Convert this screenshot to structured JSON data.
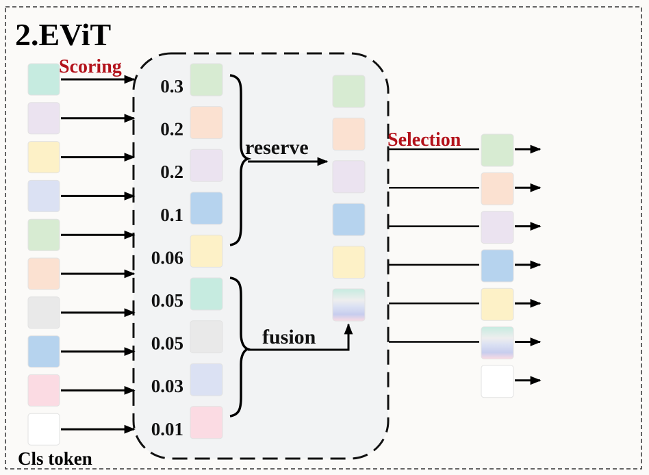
{
  "title": "2.EViT",
  "labels": {
    "scoring": "Scoring",
    "selection": "Selection",
    "reserve": "reserve",
    "fusion": "fusion",
    "cls_token": "Cls token"
  },
  "colors": {
    "scoring_label": "#b3121b",
    "selection_label": "#b3121b",
    "processing_box_bg": "#f2f3f4",
    "outer_box_bg": "#fbfaf8"
  },
  "input_tokens": [
    {
      "color": "#c6ebe0"
    },
    {
      "color": "#ebe3f0"
    },
    {
      "color": "#fdf1c7"
    },
    {
      "color": "#dbe1f3"
    },
    {
      "color": "#d7ebd2"
    },
    {
      "color": "#fbe1d1"
    },
    {
      "color": "#e9e9e9"
    },
    {
      "color": "#b6d3ee"
    },
    {
      "color": "#fbdbe3"
    },
    {
      "color": "#ffffff"
    }
  ],
  "scored_tokens": [
    {
      "score": "0.3",
      "color": "#d7ebd2"
    },
    {
      "score": "0.2",
      "color": "#fbe1d1"
    },
    {
      "score": "0.2",
      "color": "#ebe3f0"
    },
    {
      "score": "0.1",
      "color": "#b6d3ee"
    },
    {
      "score": "0.06",
      "color": "#fdf1c7"
    },
    {
      "score": "0.05",
      "color": "#c6ebe0"
    },
    {
      "score": "0.05",
      "color": "#e9e9e9"
    },
    {
      "score": "0.03",
      "color": "#dbe1f3"
    },
    {
      "score": "0.01",
      "color": "#fbdbe3"
    }
  ],
  "kept_tokens": [
    {
      "color": "#d7ebd2"
    },
    {
      "color": "#fbe1d1"
    },
    {
      "color": "#ebe3f0"
    },
    {
      "color": "#b6d3ee"
    },
    {
      "color": "#fdf1c7"
    },
    {
      "color": "fused"
    }
  ],
  "output_tokens": [
    {
      "color": "#d7ebd2"
    },
    {
      "color": "#fbe1d1"
    },
    {
      "color": "#ebe3f0"
    },
    {
      "color": "#b6d3ee"
    },
    {
      "color": "#fdf1c7"
    },
    {
      "color": "fused"
    },
    {
      "color": "#ffffff"
    }
  ]
}
